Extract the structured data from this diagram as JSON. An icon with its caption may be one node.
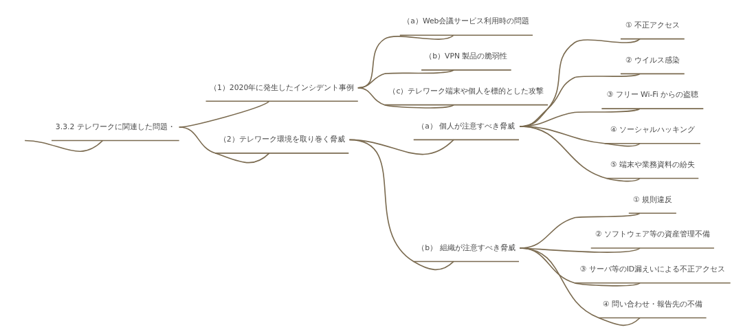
{
  "diagram": {
    "nodes": [
      {
        "text": [
          "3.3.2 テレワークに関連した問題・"
        ]
      },
      {
        "text": [
          "（1）2020年に発生したインシデント事例"
        ]
      },
      {
        "text": [
          "（a）Web会議サービス利用時の問題"
        ]
      },
      {
        "text": [
          "（b）VPN 製品の脆弱性"
        ]
      },
      {
        "text": [
          "（c）テレワーク端末や個人を標的とした攻撃"
        ]
      },
      {
        "text": [
          "（2）テレワーク環境を取り巻く脅威"
        ]
      },
      {
        "text": [
          "（a） 個人が注意すべき脅威"
        ]
      },
      {
        "text": [
          "① 不正アクセス"
        ]
      },
      {
        "text": [
          "② ウイルス感染"
        ]
      },
      {
        "text": [
          "③ フリー Wi-Fi からの盗聴"
        ]
      },
      {
        "text": [
          "④ ソーシャルハッキング"
        ]
      },
      {
        "text": [
          "⑤ 端末や業務資料の紛失"
        ]
      },
      {
        "text": [
          "（b） 組織が注意すべき脅威"
        ]
      },
      {
        "text": [
          "① 規則違反"
        ]
      },
      {
        "text": [
          "② ソフトウェア等の資産管理不備"
        ]
      },
      {
        "text": [
          "③ サーバ等のID漏えいによる不正アクセス"
        ]
      },
      {
        "text": [
          "④ 問い合わせ・報告先の不備"
        ]
      }
    ],
    "edges": [
      {
        "from": null,
        "to": 0,
        "arrow": "none"
      },
      {
        "from": 0,
        "to": 1,
        "arrow": "none"
      },
      {
        "from": 1,
        "to": 2,
        "arrow": "none"
      },
      {
        "from": 1,
        "to": 3,
        "arrow": "none"
      },
      {
        "from": 1,
        "to": 4,
        "arrow": "none"
      },
      {
        "from": 0,
        "to": 5,
        "arrow": "none"
      },
      {
        "from": 5,
        "to": 6,
        "arrow": "none"
      },
      {
        "from": 6,
        "to": 7,
        "arrow": "none"
      },
      {
        "from": 6,
        "to": 8,
        "arrow": "none"
      },
      {
        "from": 6,
        "to": 9,
        "arrow": "none"
      },
      {
        "from": 6,
        "to": 10,
        "arrow": "none"
      },
      {
        "from": 6,
        "to": 11,
        "arrow": "none"
      },
      {
        "from": 5,
        "to": 12,
        "arrow": "none"
      },
      {
        "from": 12,
        "to": 13,
        "arrow": "none"
      },
      {
        "from": 12,
        "to": 14,
        "arrow": "none"
      },
      {
        "from": 12,
        "to": 15,
        "arrow": "none"
      },
      {
        "from": 12,
        "to": 16,
        "arrow": "none"
      }
    ]
  }
}
